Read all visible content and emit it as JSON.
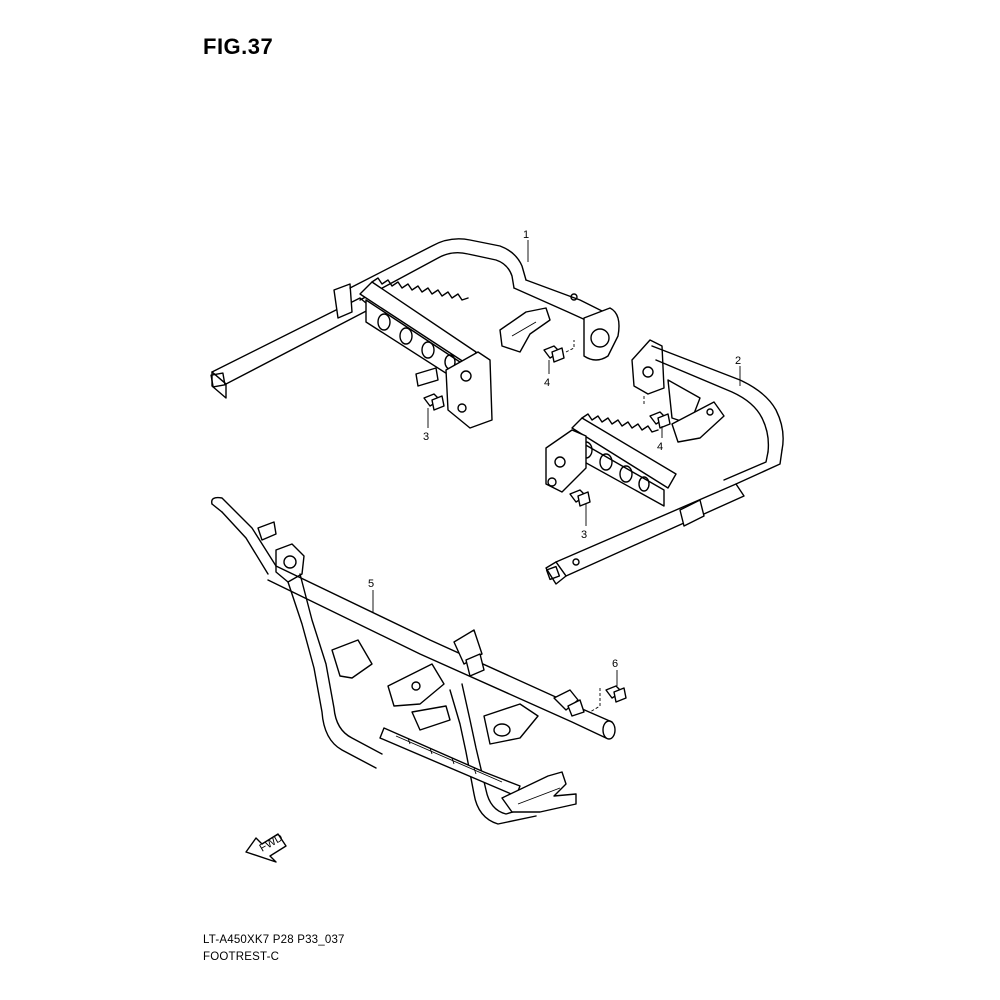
{
  "figure": {
    "title": "FIG.37",
    "code": "LT-A450XK7 P28 P33_037",
    "name": "FOOTREST-C",
    "fwd_label": "FWD"
  },
  "callouts": [
    {
      "id": "c1",
      "label": "1"
    },
    {
      "id": "c2",
      "label": "2"
    },
    {
      "id": "c3a",
      "label": "3"
    },
    {
      "id": "c3b",
      "label": "3"
    },
    {
      "id": "c4a",
      "label": "4"
    },
    {
      "id": "c4b",
      "label": "4"
    },
    {
      "id": "c5",
      "label": "5"
    },
    {
      "id": "c6",
      "label": "6"
    }
  ]
}
